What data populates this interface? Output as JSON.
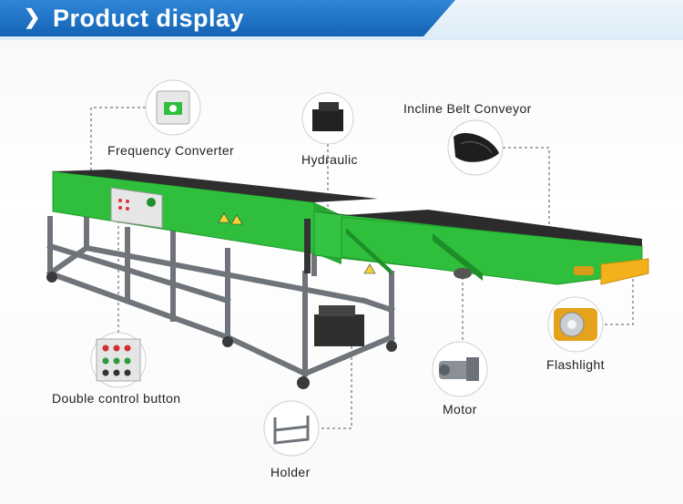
{
  "banner": {
    "chevron": "❯",
    "title": "Product display"
  },
  "callouts": {
    "frequency_converter": "Frequency Converter",
    "hydraulic": "Hydraulic",
    "incline_belt_conveyor": "Incline Belt Conveyor",
    "double_control_button": "Double control button",
    "motor": "Motor",
    "holder": "Holder",
    "flashlight": "Flashlight"
  },
  "colors": {
    "banner_blue": "#1a6ec4",
    "conveyor_green": "#2fbf3d",
    "frame_gray": "#6f747a",
    "belt_black": "#2c2c2c"
  }
}
